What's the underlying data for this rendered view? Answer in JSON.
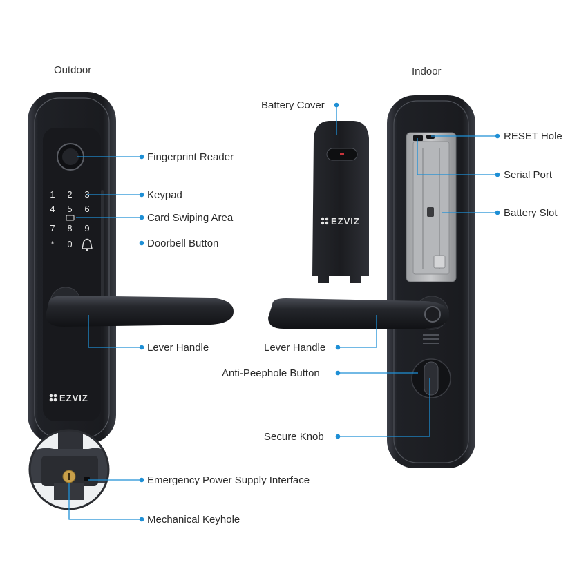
{
  "headings": {
    "outdoor": "Outdoor",
    "indoor": "Indoor"
  },
  "brand": "EZVIZ",
  "keypad": [
    "1",
    "2",
    "3",
    "4",
    "5",
    "6",
    "7",
    "8",
    "9",
    "*",
    "0"
  ],
  "labels": {
    "fingerprint_reader": "Fingerprint Reader",
    "keypad": "Keypad",
    "card_swiping_area": "Card Swiping Area",
    "doorbell_button": "Doorbell Button",
    "lever_handle_outdoor": "Lever Handle",
    "emergency_power": "Emergency Power Supply Interface",
    "mechanical_keyhole": "Mechanical Keyhole",
    "battery_cover": "Battery Cover",
    "reset_hole": "RESET Hole",
    "serial_port": "Serial Port",
    "battery_slot": "Battery Slot",
    "lever_handle_indoor": "Lever Handle",
    "anti_peephole": "Anti-Peephole Button",
    "secure_knob": "Secure Knob"
  },
  "colors": {
    "leader": "#1e8fd5",
    "body": "#1c1d21",
    "text": "#2b2b2b"
  }
}
